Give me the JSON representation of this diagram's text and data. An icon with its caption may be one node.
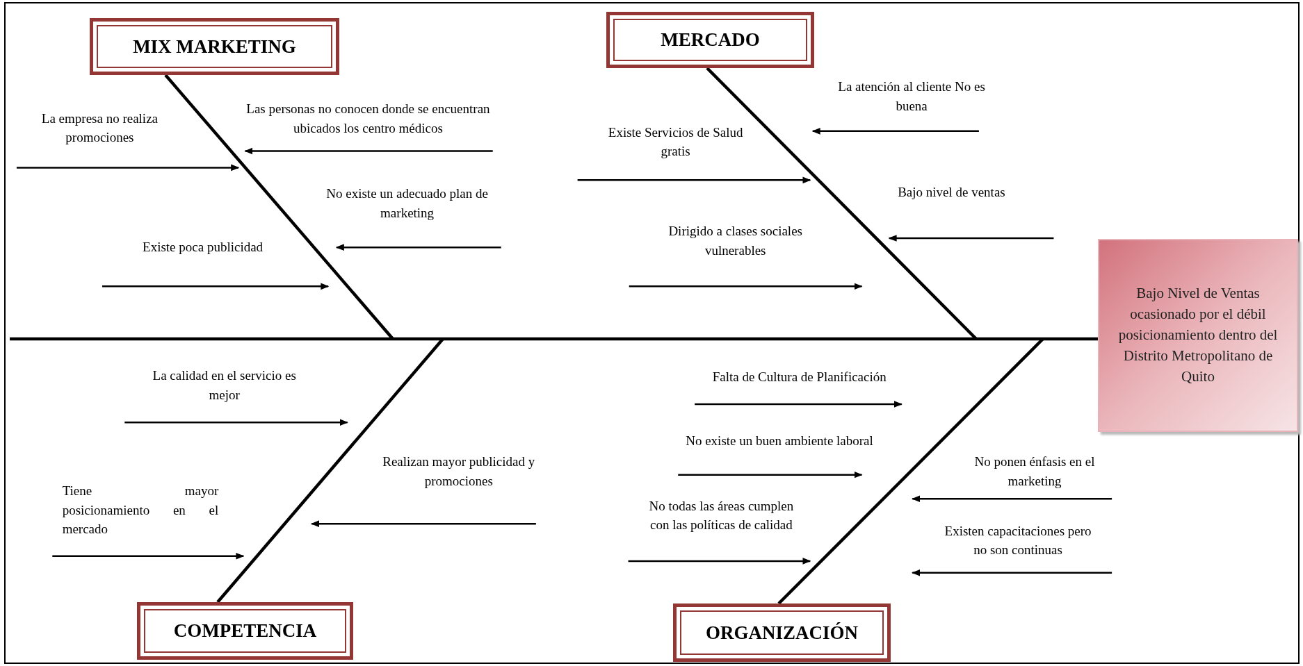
{
  "diagram": {
    "nodes": [
      {
        "text": [
          "MIX MARKETING"
        ]
      },
      {
        "text": [
          "MERCADO"
        ]
      },
      {
        "text": [
          "COMPETENCIA"
        ]
      },
      {
        "text": [
          "ORGANIZACIÓN"
        ]
      },
      {
        "text": [
          "Bajo Nivel de Ventas ocasionado por el débil posicionamiento dentro del Distrito Metropolitano de Quito"
        ]
      }
    ],
    "edges": [
      {
        "from": null,
        "to": 4,
        "arrow": "none"
      },
      {
        "from": 0,
        "to": null,
        "arrow": "none"
      },
      {
        "from": 1,
        "to": null,
        "arrow": "none"
      },
      {
        "from": 2,
        "to": null,
        "arrow": "none"
      },
      {
        "from": 3,
        "to": null,
        "arrow": "none"
      }
    ],
    "labels": [
      "La empresa no realiza promociones",
      "Las personas no conocen donde se encuentran ubicados los centro médicos",
      "No existe un adecuado plan de marketing",
      "Existe poca publicidad",
      "Existe Servicios de Salud gratis",
      "La atención al cliente No es buena",
      "Bajo nivel de ventas",
      "Dirigido a clases sociales vulnerables",
      "La calidad en el servicio es mejor",
      "Tiene mayor posicionamiento en el mercado",
      "Realizan mayor publicidad y promociones",
      "Falta de Cultura de Planificación",
      "No existe un buen ambiente laboral",
      "No todas las áreas cumplen con las políticas de calidad",
      "No ponen énfasis en el marketing",
      "Existen capacitaciones pero no son continuas"
    ]
  }
}
